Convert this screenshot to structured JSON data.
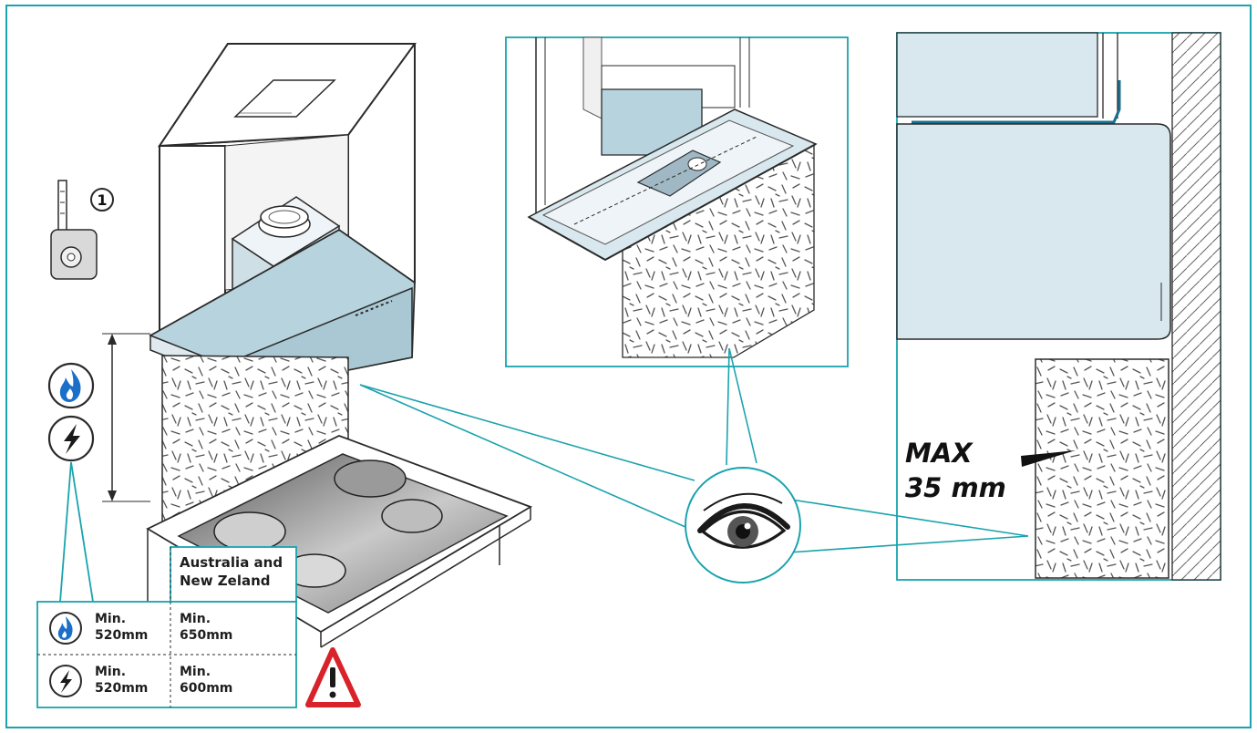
{
  "colors": {
    "frame": "#1aa3ad",
    "accent_blue": "#1a6fc9",
    "hood_blue": "#b7d3de",
    "panel_blue": "#d8e8ee",
    "warning_red": "#d8232a",
    "line": "#2a2a2a"
  },
  "icons": {
    "tape_measure": "tape-measure-icon",
    "callout_number": "1",
    "gas": "gas-flame-icon",
    "electric": "lightning-icon",
    "eye": "eye-icon",
    "warning": "warning-triangle-icon"
  },
  "detail": {
    "max_line1": "MAX",
    "max_line2": "35 mm"
  },
  "clearance_table": {
    "region_header_line1": "Australia and",
    "region_header_line2": "New Zeland",
    "rows": [
      {
        "icon": "gas-flame-icon",
        "standard_line1": "Min.",
        "standard_line2": "520mm",
        "region_line1": "Min.",
        "region_line2": "650mm"
      },
      {
        "icon": "lightning-icon",
        "standard_line1": "Min.",
        "standard_line2": "520mm",
        "region_line1": "Min.",
        "region_line2": "600mm"
      }
    ]
  }
}
